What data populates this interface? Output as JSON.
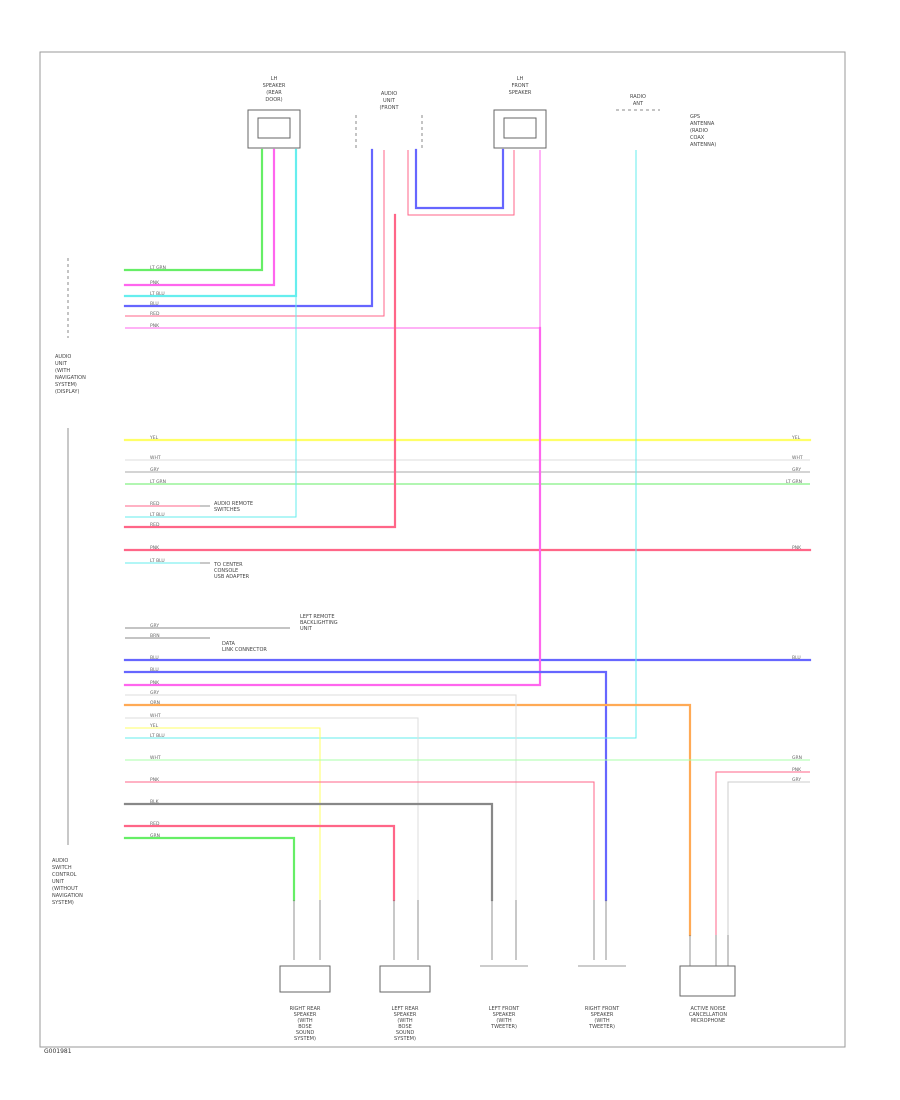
{
  "figure_id": "G001981",
  "components": {
    "rr_speaker": {
      "lines": [
        "LH",
        "SPEAKER",
        "(REAR",
        "DOOR)"
      ]
    },
    "dspk": {
      "lines": [
        "AUDIO",
        "UNIT",
        "(FRONT"
      ]
    },
    "lf_speaker": {
      "lines": [
        "LH",
        "FRONT",
        "SPEAKER"
      ]
    },
    "antenna": {
      "lines": [
        "RADIO",
        "ANT"
      ],
      "side": [
        "GPS",
        "ANTENNA",
        "(RADIO",
        "COAX",
        "ANTENNA)"
      ]
    },
    "control_unit": {
      "lines": [
        "AUDIO",
        "UNIT",
        "(WITH",
        "NAVIGATION",
        "SYSTEM)",
        "(DISPLAY)"
      ]
    },
    "audio_unit": {
      "lines": [
        "AUDIO",
        "SWITCH",
        "CONTROL",
        "UNIT",
        "(WITHOUT",
        "NAVIGATION",
        "SYSTEM)"
      ]
    },
    "bottom": [
      {
        "lines": [
          "RIGHT REAR",
          "SPEAKER",
          "(WITH",
          "BOSE",
          "SOUND",
          "SYSTEM)"
        ]
      },
      {
        "lines": [
          "LEFT REAR",
          "SPEAKER",
          "(WITH",
          "BOSE",
          "SOUND",
          "SYSTEM)"
        ]
      },
      {
        "lines": [
          "LEFT FRONT",
          "SPEAKER",
          "(WITH",
          "TWEETER)"
        ]
      },
      {
        "lines": [
          "RIGHT FRONT",
          "SPEAKER",
          "(WITH",
          "TWEETER)"
        ]
      },
      {
        "lines": [
          "ACTIVE NOISE",
          "CANCELLATION",
          "MICROPHONE"
        ]
      }
    ]
  },
  "wire_labels": {
    "top_group": [
      "LT GRN",
      "PNK",
      "LT BLU",
      "BLU",
      "RED",
      "PNK"
    ],
    "main_group": [
      "YEL",
      "WHT",
      "GRY",
      "LT GRN",
      "RED",
      "LT BLU",
      "RED",
      "PNK",
      "LT BLU",
      "GRY",
      "BRN",
      "BLU",
      "BLU",
      "PNK",
      "GRY",
      "ORN",
      "WHT",
      "YEL",
      "LT BLU",
      "WHT",
      "PNK",
      "BLK",
      "RED",
      "GRN"
    ],
    "right_group": [
      "YEL",
      "WHT",
      "GRY",
      "LT GRN",
      "PNK",
      "BLU",
      "GRN",
      "PNK",
      "GRY"
    ]
  },
  "callouts": [
    {
      "lines": [
        "AUDIO REMOTE",
        "SWITCHES"
      ]
    },
    {
      "lines": [
        "TO CENTER",
        "CONSOLE",
        "USB ADAPTER"
      ]
    },
    {
      "lines": [
        "LEFT REMOTE",
        "BACKLIGHTING",
        "UNIT"
      ]
    },
    {
      "lines": [
        "DATA",
        "LINK CONNECTOR"
      ]
    }
  ],
  "colors": {
    "LT GRN": "#66ee66",
    "PNK": "#ff66ee",
    "LT BLU": "#66eeee",
    "BLU": "#6666ff",
    "RED": "#ff6688",
    "YEL": "#ffff66",
    "WHT": "#dddddd",
    "GRY": "#888888",
    "ORN": "#ffaa55",
    "GRN": "#55dd55",
    "BRN": "#cc9966",
    "BLK": "#333333"
  }
}
